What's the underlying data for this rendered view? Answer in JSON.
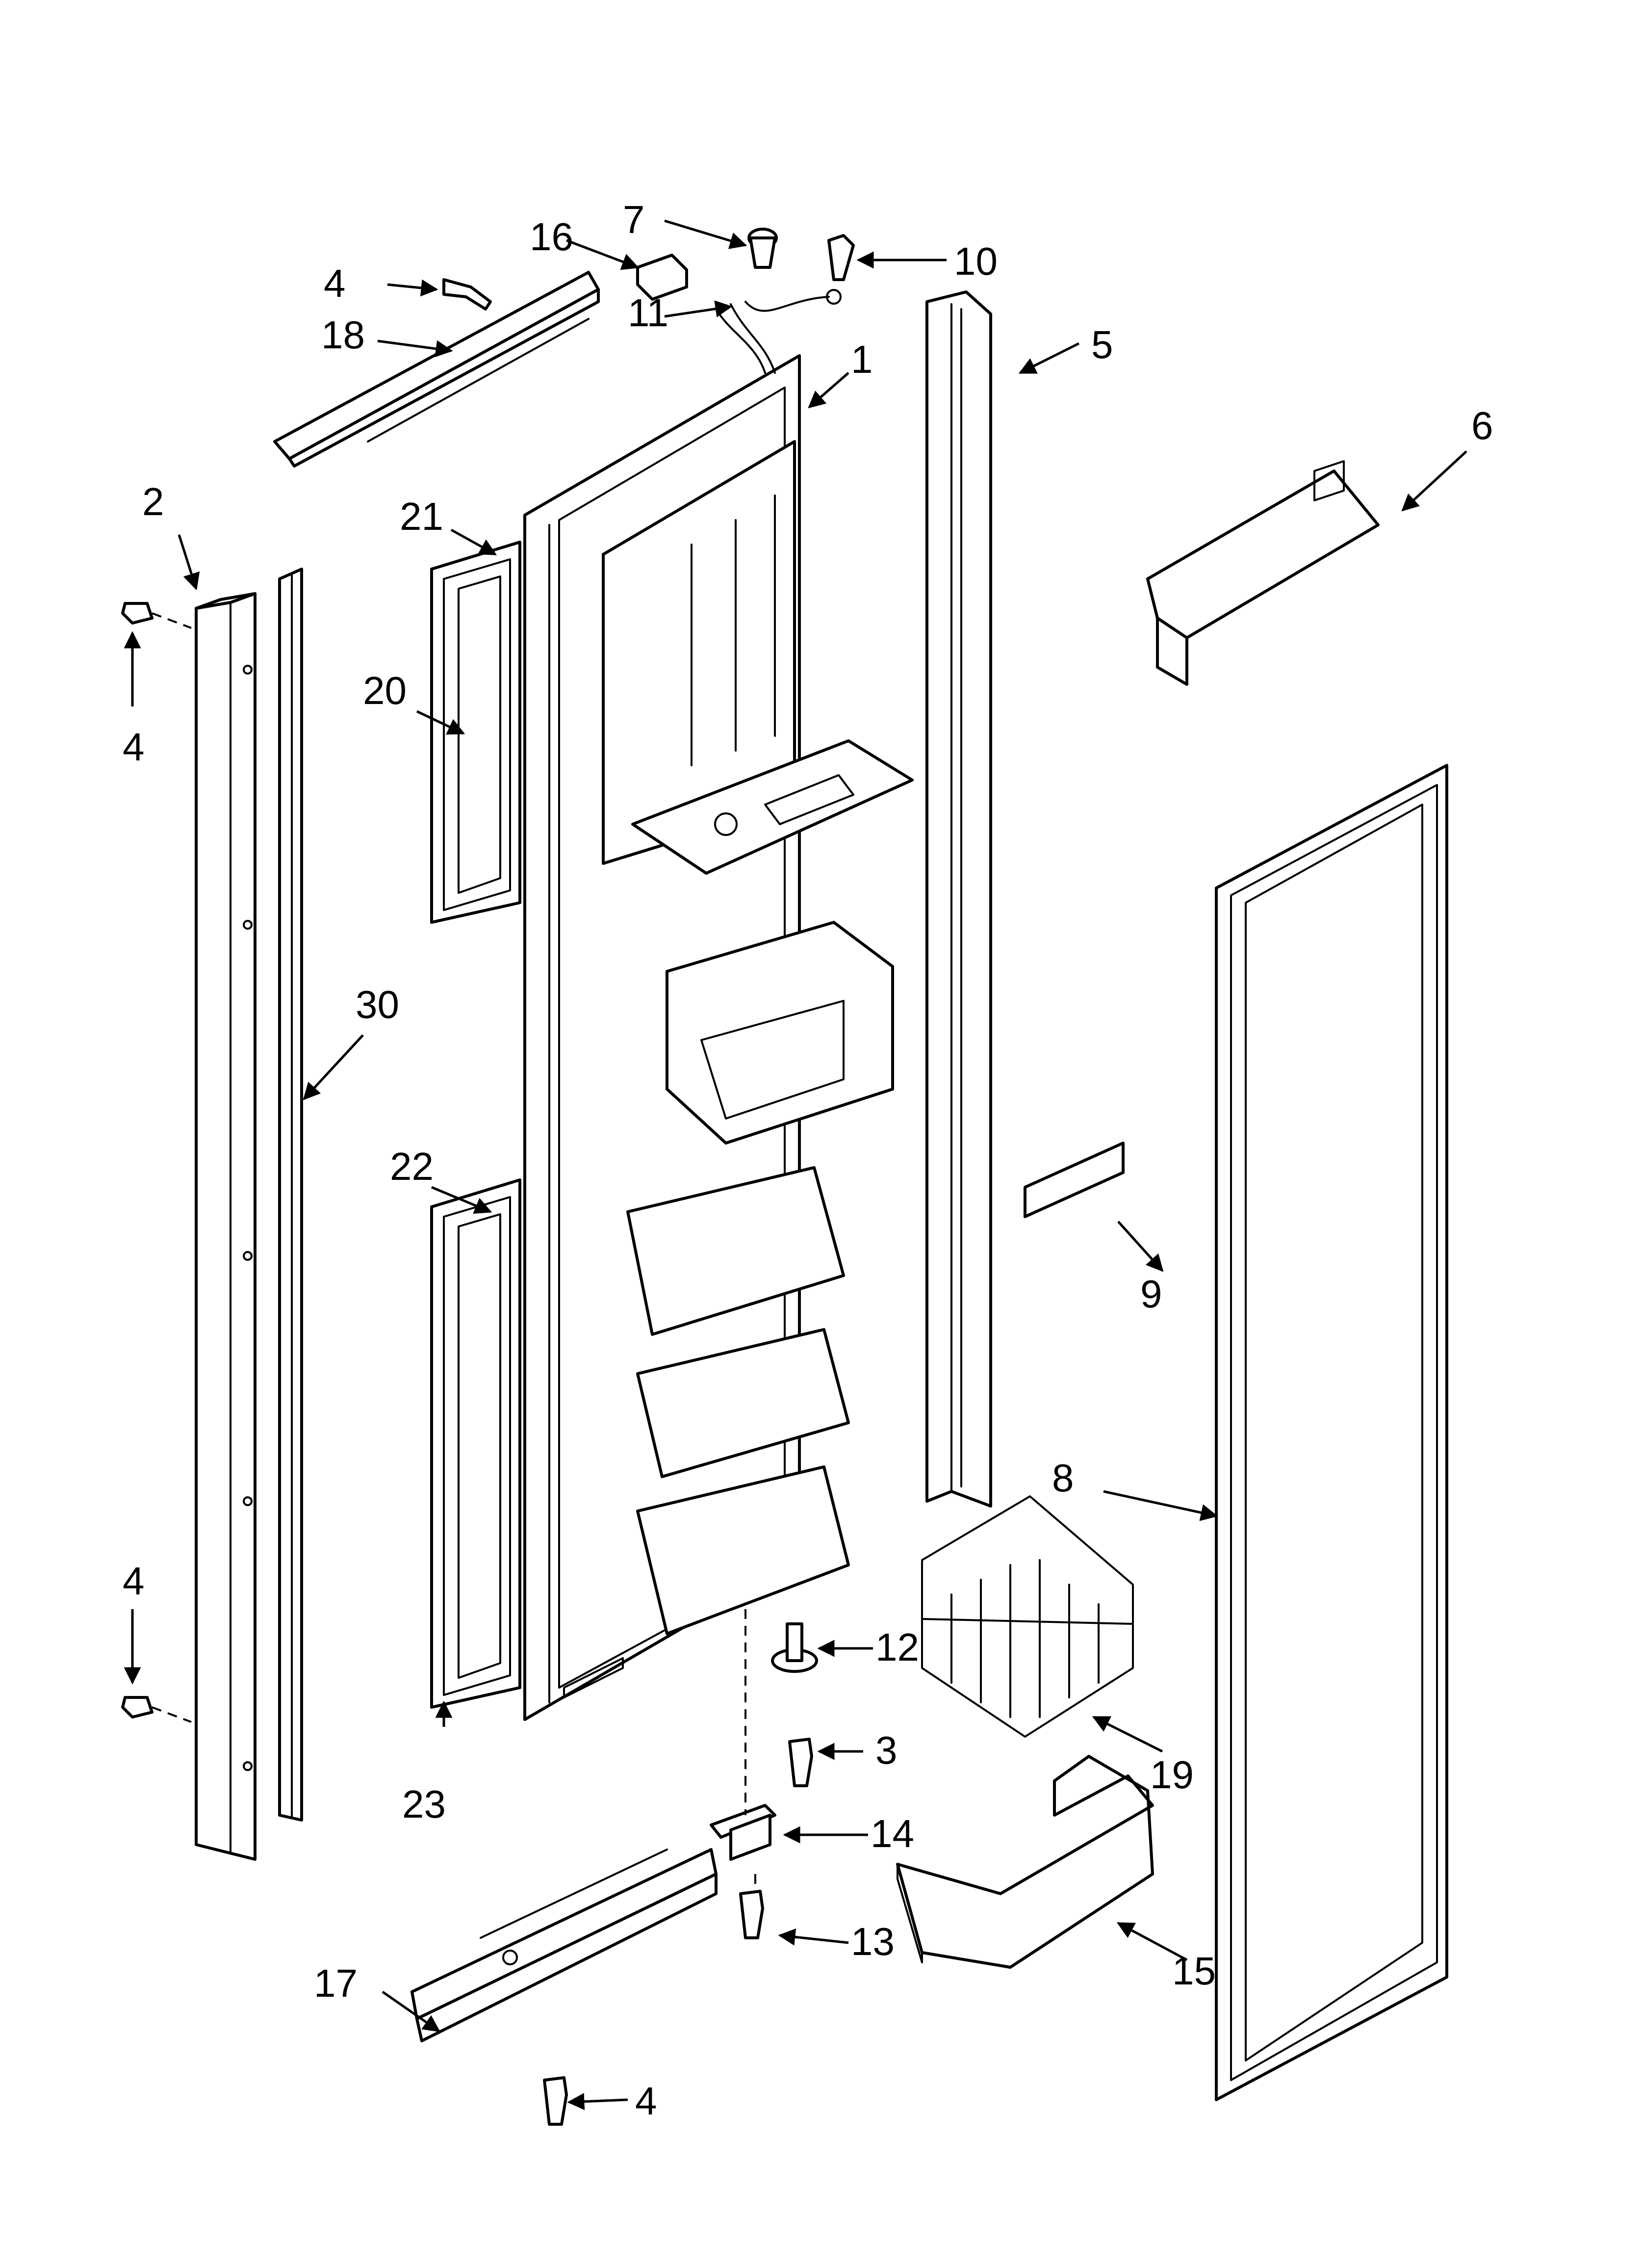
{
  "callouts": [
    {
      "id": "c1",
      "label": "1"
    },
    {
      "id": "c2",
      "label": "2"
    },
    {
      "id": "c3",
      "label": "3"
    },
    {
      "id": "c4a",
      "label": "4"
    },
    {
      "id": "c4b",
      "label": "4"
    },
    {
      "id": "c4c",
      "label": "4"
    },
    {
      "id": "c4d",
      "label": "4"
    },
    {
      "id": "c5",
      "label": "5"
    },
    {
      "id": "c6",
      "label": "6"
    },
    {
      "id": "c7",
      "label": "7"
    },
    {
      "id": "c8",
      "label": "8"
    },
    {
      "id": "c9",
      "label": "9"
    },
    {
      "id": "c10",
      "label": "10"
    },
    {
      "id": "c11",
      "label": "11"
    },
    {
      "id": "c12",
      "label": "12"
    },
    {
      "id": "c13",
      "label": "13"
    },
    {
      "id": "c14",
      "label": "14"
    },
    {
      "id": "c15",
      "label": "15"
    },
    {
      "id": "c16",
      "label": "16"
    },
    {
      "id": "c17",
      "label": "17"
    },
    {
      "id": "c18",
      "label": "18"
    },
    {
      "id": "c19",
      "label": "19"
    },
    {
      "id": "c20",
      "label": "20"
    },
    {
      "id": "c21",
      "label": "21"
    },
    {
      "id": "c22",
      "label": "22"
    },
    {
      "id": "c23",
      "label": "23"
    },
    {
      "id": "c30",
      "label": "30"
    }
  ]
}
